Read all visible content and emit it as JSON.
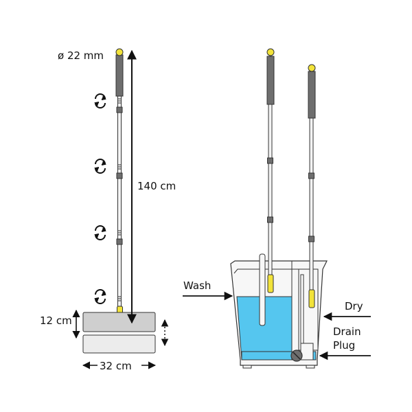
{
  "labels": {
    "diameter": "ø 22 mm",
    "length": "140 cm",
    "pad_height": "12 cm",
    "pad_width": "32 cm",
    "wash": "Wash",
    "dry": "Dry",
    "drain_plug": [
      "Drain",
      "Plug"
    ]
  },
  "colors": {
    "outline": "#333333",
    "handle_grip": "#6e6e6e",
    "pole": "#f3f3f3",
    "joint": "#6e6e6e",
    "accent_yellow": "#f2e33a",
    "water": "#55c6ef",
    "mop_head_gray": "#cfcfcf",
    "mop_pad": "#ececec",
    "bucket_fill": "#f7f7f7"
  },
  "icons": {
    "twist": "rotate-arrows-icon",
    "arrow": "arrow-icon",
    "plug": "drain-plug-icon"
  }
}
